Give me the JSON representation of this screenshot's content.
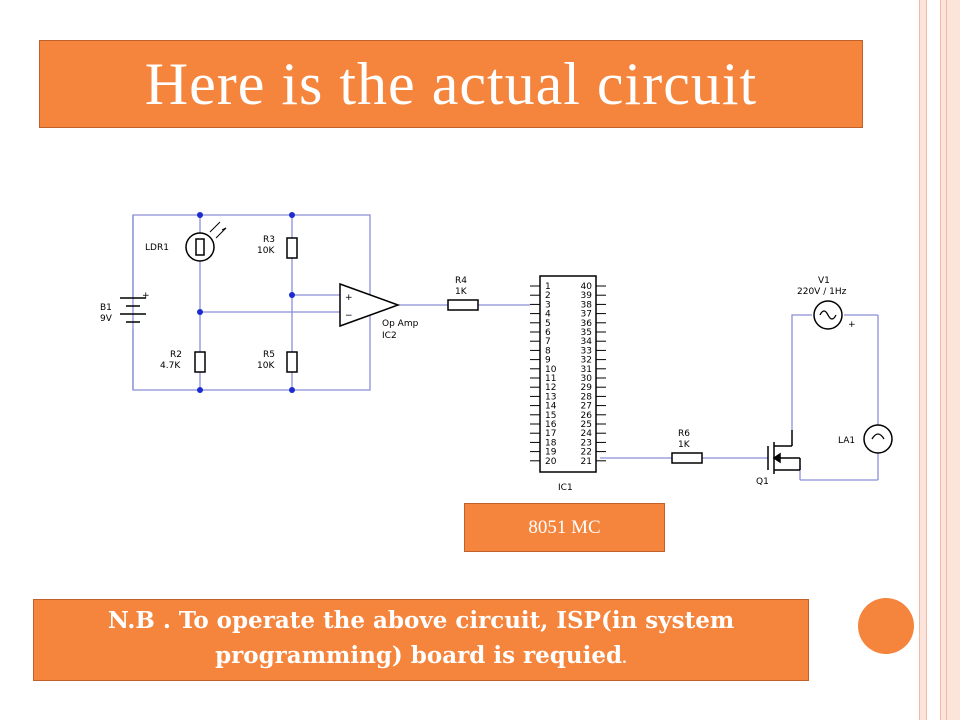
{
  "slide": {
    "title": "Here is the actual circuit",
    "mc_label": "8051 MC",
    "note_main": "N.B . To operate the above circuit, ISP(in system programming) board is requied",
    "note_period": "."
  },
  "schematic": {
    "ldr1": "LDR1",
    "r3": "R3",
    "r3_value": "10K",
    "b1": "B1",
    "b1_value": "9V",
    "r2": "R2",
    "r2_value": "4.7K",
    "r5": "R5",
    "r5_value": "10K",
    "opamp": "Op Amp",
    "ic2": "IC2",
    "r4": "R4",
    "r4_value": "1K",
    "ic1": "IC1",
    "v1": "V1",
    "v1_value": "220V / 1Hz",
    "r6": "R6",
    "r6_value": "1K",
    "q1": "Q1",
    "la1": "LA1",
    "plus": "+",
    "minus": "−",
    "pins_left": [
      "1",
      "2",
      "3",
      "4",
      "5",
      "6",
      "7",
      "8",
      "9",
      "10",
      "11",
      "12",
      "13",
      "14",
      "15",
      "16",
      "17",
      "18",
      "19",
      "20"
    ],
    "pins_right": [
      "40",
      "39",
      "38",
      "37",
      "36",
      "35",
      "34",
      "33",
      "32",
      "31",
      "30",
      "29",
      "28",
      "27",
      "26",
      "25",
      "24",
      "23",
      "22",
      "21"
    ]
  },
  "colors": {
    "accent": "#f5843c",
    "node_dot": "#1c2bd0",
    "wire": "#8a8fd8"
  }
}
